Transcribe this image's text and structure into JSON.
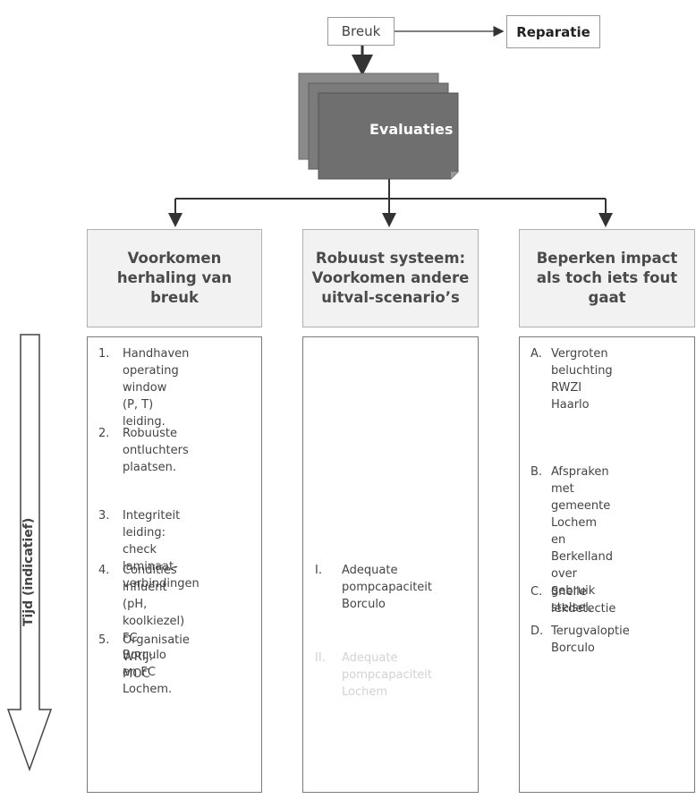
{
  "top": {
    "breuk": "Breuk",
    "reparatie": "Reparatie"
  },
  "evaluaties": "Evaluaties",
  "columns": [
    {
      "header": "Voorkomen\nherhaling van\nbreuk"
    },
    {
      "header": "Robuust systeem:\nVoorkomen andere\nuitval-scenario’s"
    },
    {
      "header": "Beperken impact\nals toch iets fout\ngaat"
    }
  ],
  "left_items": [
    {
      "marker": "1.",
      "text": "Handhaven\noperating window\n(P, T) leiding."
    },
    {
      "marker": "2.",
      "text": "Robuuste\nontluchters\nplaatsen."
    },
    {
      "marker": "3.",
      "text": "Integriteit leiding:\ncheck laminaat-\nverbindingen"
    },
    {
      "marker": "4.",
      "text": "Condities influënt\n(pH, koolkiezel) FC\nBorculo en FC\nLochem."
    },
    {
      "marker": "5.",
      "text": "Organisatie WRIJ:\nMOC"
    }
  ],
  "middle_items": [
    {
      "marker": "I.",
      "text": "Adequate\npompcapaciteit\nBorculo"
    },
    {
      "marker": "II.",
      "text": "Adequate\npompcapaciteit\nLochem"
    }
  ],
  "right_items": [
    {
      "marker": "A.",
      "text": "Vergroten\nbeluchting RWZI\nHaarlo"
    },
    {
      "marker": "B.",
      "text": "Afspraken met\ngemeente Lochem\nen Berkelland over\ngebruik stelsel."
    },
    {
      "marker": "C.",
      "text": "Snelle lekdetectie"
    },
    {
      "marker": "D.",
      "text": "Terugvaloptie\nBorculo"
    }
  ],
  "tijd_label": "Tijd (indicatief)",
  "colors": {
    "evaluaties_fill": "#6f6f6f",
    "header_fill": "#f2f2f2",
    "panel_border": "#7a7a7a"
  }
}
